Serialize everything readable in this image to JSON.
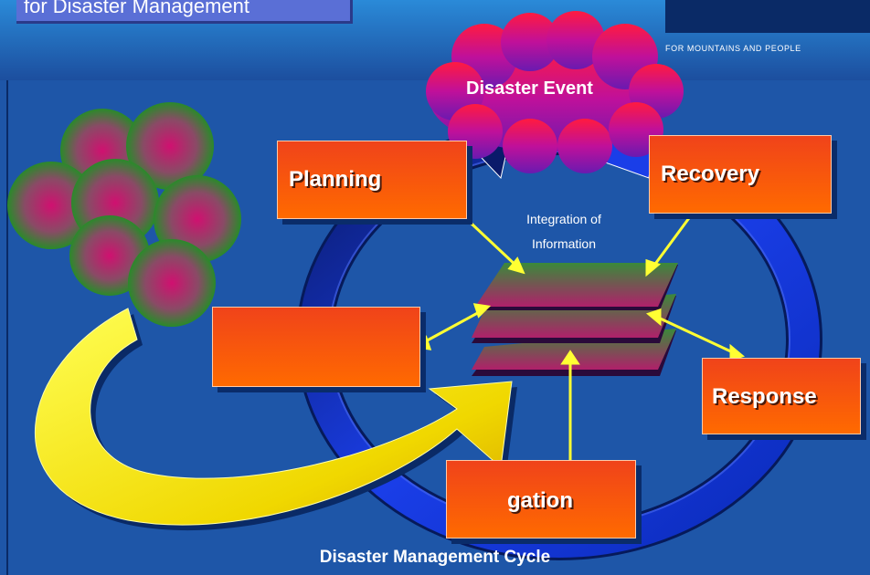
{
  "slide": {
    "title": "for Disaster Management",
    "tagline": "FOR MOUNTAINS AND PEOPLE",
    "caption": "Disaster Management Cycle"
  },
  "center": {
    "label_line1": "Integration of",
    "label_line2": "Information"
  },
  "event": {
    "label": "Disaster Event"
  },
  "phases": {
    "planning": "Planning",
    "recovery": "Recovery",
    "response": "Response",
    "mitigation": "gation",
    "unlabeled": ""
  },
  "colors": {
    "background": "#1e56a8",
    "box_orange": "#ff5a14",
    "arrow_yellow": "#ffff33",
    "cloud_magenta": "#c0009a",
    "cycle_blue": "#1f3ee0"
  }
}
